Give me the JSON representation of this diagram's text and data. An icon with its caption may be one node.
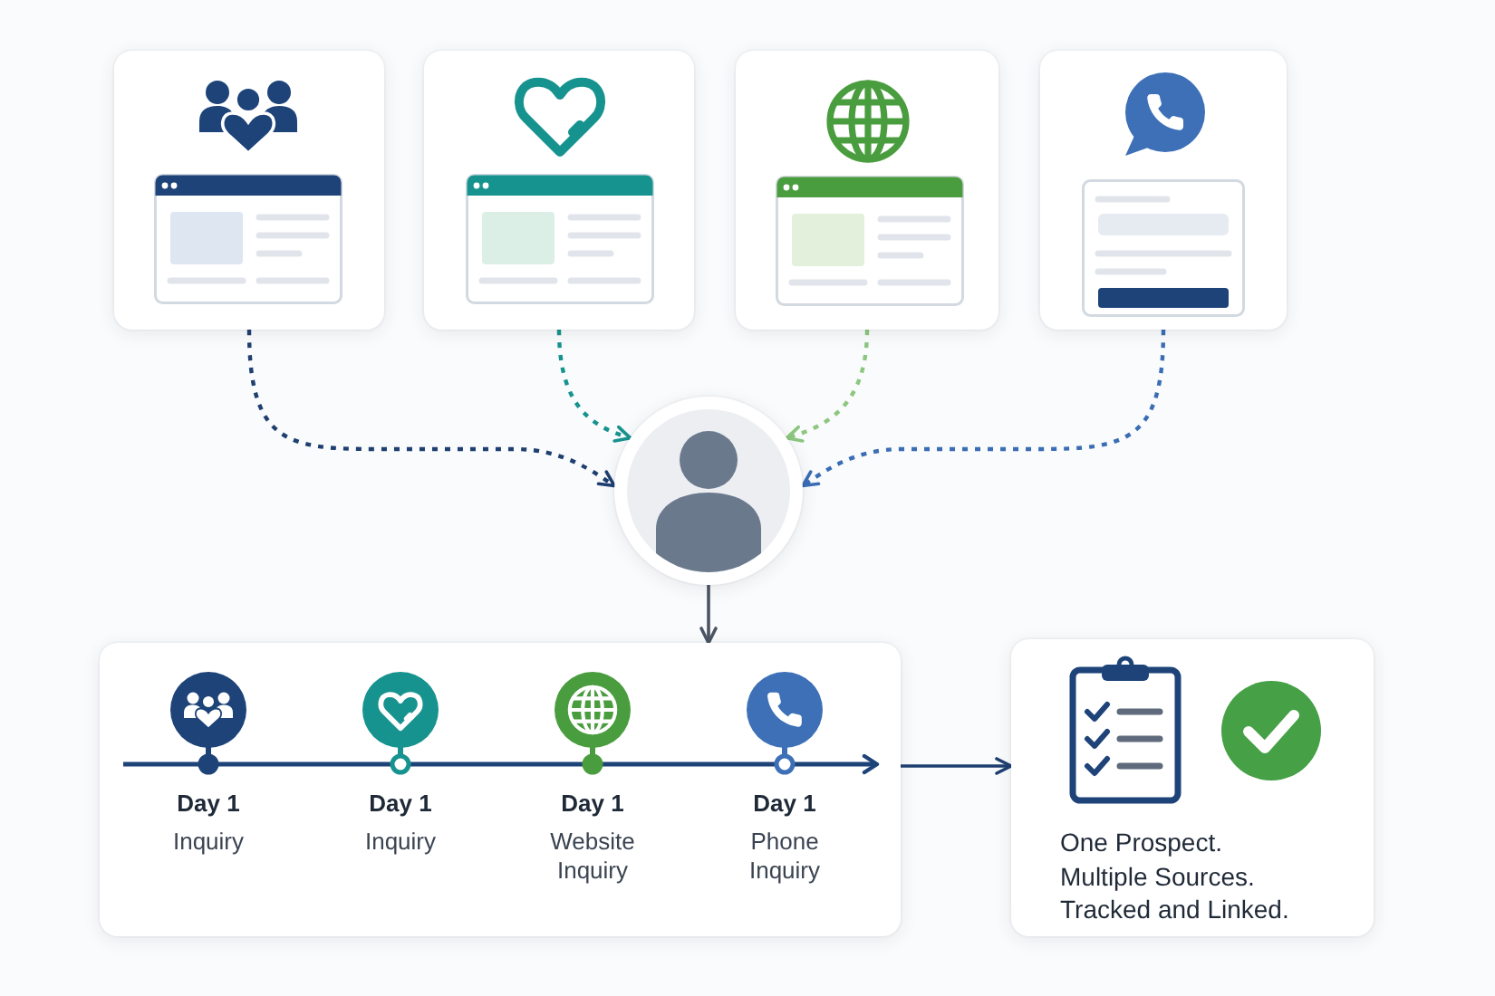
{
  "diagram": {
    "nodes": [
      {
        "text": [],
        "shape": "box"
      },
      {
        "text": [],
        "shape": "box"
      },
      {
        "text": [],
        "shape": "box"
      },
      {
        "text": [],
        "shape": "box"
      },
      {
        "text": [],
        "shape": "person"
      },
      {
        "text": [],
        "shape": "box"
      },
      {
        "text": [
          "One Prospect. Multiple Sources. Tracked and Linked."
        ]
      }
    ],
    "edges": [
      {
        "from": 0,
        "to": 4,
        "arrow": "to",
        "style": "dashed",
        "color": "#1e3f70"
      },
      {
        "from": 1,
        "to": 4,
        "arrow": "to",
        "style": "dashed",
        "color": "#17938f"
      },
      {
        "from": 2,
        "to": 4,
        "arrow": "to",
        "style": "dashed",
        "color": "#8cc77f"
      },
      {
        "from": 3,
        "to": 4,
        "arrow": "to",
        "style": "dashed",
        "color": "#3a6db5"
      },
      {
        "from": 4,
        "to": 5,
        "arrow": "to",
        "color": "#4b5563"
      },
      {
        "from": 5,
        "to": 6,
        "arrow": "to",
        "color": "#1e3f70"
      }
    ],
    "labels": [
      "Day 1",
      "Inquiry",
      "Day 1",
      "Inquiry",
      "Day 1",
      "Website Inquiry",
      "Day 1",
      "Phone Inquiry"
    ]
  }
}
